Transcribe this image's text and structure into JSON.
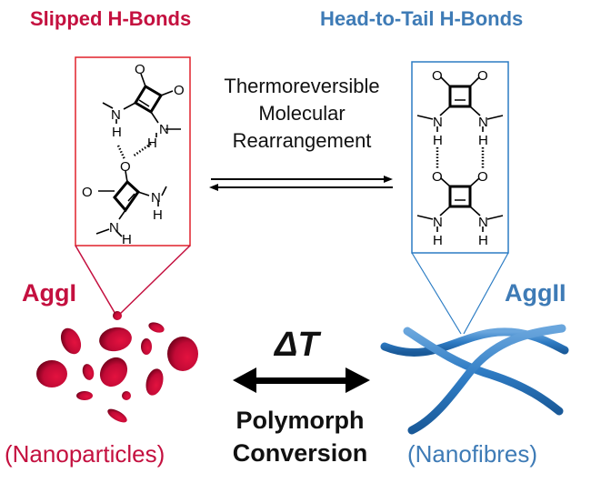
{
  "left": {
    "title": "Slipped H-Bonds",
    "aggregate": "AggI",
    "morphology": "(Nanoparticles)",
    "color": "#c4103f"
  },
  "right": {
    "title": "Head-to-Tail H-Bonds",
    "aggregate": "AggII",
    "morphology": "(Nanofibres)",
    "color": "#3e7bb6"
  },
  "center": {
    "line1": "Thermoreversible",
    "line2": "Molecular",
    "line3": "Rearrangement",
    "delta": "ΔT",
    "conv1": "Polymorph",
    "conv2": "Conversion"
  },
  "atoms": {
    "O": "O",
    "N": "N",
    "H": "H"
  }
}
